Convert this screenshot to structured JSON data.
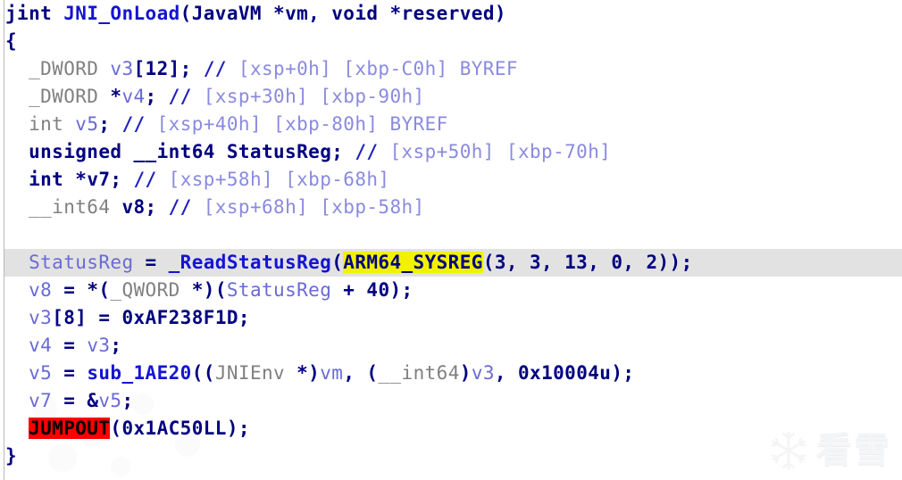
{
  "view": {
    "name": "hexrays-pseudocode",
    "background": "#ffffff",
    "current_line_background": "#e2e2e2",
    "search_highlight_color": "#f2f200",
    "jumpout_highlight_color": "#ff0000"
  },
  "watermark": {
    "text": "看雪",
    "icon": "snowflake-icon"
  },
  "code": {
    "lines": [
      {
        "index": 0,
        "indent": 0,
        "current": false,
        "tokens": [
          {
            "t": "jint",
            "c": "kw"
          },
          {
            "t": " ",
            "c": "plain"
          },
          {
            "t": "JNI_OnLoad",
            "c": "func"
          },
          {
            "t": "(",
            "c": "punct"
          },
          {
            "t": "JavaVM ",
            "c": "name"
          },
          {
            "t": "*",
            "c": "punct"
          },
          {
            "t": "vm",
            "c": "name"
          },
          {
            "t": ", ",
            "c": "punct"
          },
          {
            "t": "void ",
            "c": "kw"
          },
          {
            "t": "*",
            "c": "punct"
          },
          {
            "t": "reserved",
            "c": "name"
          },
          {
            "t": ")",
            "c": "punct"
          }
        ]
      },
      {
        "index": 1,
        "indent": 0,
        "current": false,
        "tokens": [
          {
            "t": "{",
            "c": "punct"
          }
        ]
      },
      {
        "index": 2,
        "indent": 1,
        "current": false,
        "tokens": [
          {
            "t": "_DWORD",
            "c": "type"
          },
          {
            "t": " ",
            "c": "plain"
          },
          {
            "t": "v3",
            "c": "var"
          },
          {
            "t": "[12];",
            "c": "punct"
          },
          {
            "t": " ",
            "c": "plain"
          },
          {
            "t": "//",
            "c": "cmt-sl"
          },
          {
            "t": " [xsp+0h] [xbp-C0h] BYREF",
            "c": "cmt"
          }
        ]
      },
      {
        "index": 3,
        "indent": 1,
        "current": false,
        "tokens": [
          {
            "t": "_DWORD",
            "c": "type"
          },
          {
            "t": " ",
            "c": "plain"
          },
          {
            "t": "*",
            "c": "punct"
          },
          {
            "t": "v4",
            "c": "var"
          },
          {
            "t": ";",
            "c": "punct"
          },
          {
            "t": " ",
            "c": "plain"
          },
          {
            "t": "//",
            "c": "cmt-sl"
          },
          {
            "t": " [xsp+30h] [xbp-90h]",
            "c": "cmt"
          }
        ]
      },
      {
        "index": 4,
        "indent": 1,
        "current": false,
        "tokens": [
          {
            "t": "int",
            "c": "type"
          },
          {
            "t": " ",
            "c": "plain"
          },
          {
            "t": "v5",
            "c": "var"
          },
          {
            "t": ";",
            "c": "punct"
          },
          {
            "t": " ",
            "c": "plain"
          },
          {
            "t": "//",
            "c": "cmt-sl"
          },
          {
            "t": " [xsp+40h] [xbp-80h] BYREF",
            "c": "cmt"
          }
        ]
      },
      {
        "index": 5,
        "indent": 1,
        "current": false,
        "tokens": [
          {
            "t": "unsigned __int64",
            "c": "kw"
          },
          {
            "t": " ",
            "c": "plain"
          },
          {
            "t": "StatusReg",
            "c": "name"
          },
          {
            "t": ";",
            "c": "punct"
          },
          {
            "t": " ",
            "c": "plain"
          },
          {
            "t": "//",
            "c": "cmt-sl"
          },
          {
            "t": " [xsp+50h] [xbp-70h]",
            "c": "cmt"
          }
        ]
      },
      {
        "index": 6,
        "indent": 1,
        "current": false,
        "tokens": [
          {
            "t": "int",
            "c": "kw"
          },
          {
            "t": " ",
            "c": "plain"
          },
          {
            "t": "*",
            "c": "punct"
          },
          {
            "t": "v7",
            "c": "name"
          },
          {
            "t": ";",
            "c": "punct"
          },
          {
            "t": " ",
            "c": "plain"
          },
          {
            "t": "//",
            "c": "cmt-sl"
          },
          {
            "t": " [xsp+58h] [xbp-68h]",
            "c": "cmt"
          }
        ]
      },
      {
        "index": 7,
        "indent": 1,
        "current": false,
        "tokens": [
          {
            "t": "__int64",
            "c": "type"
          },
          {
            "t": " ",
            "c": "plain"
          },
          {
            "t": "v8",
            "c": "name"
          },
          {
            "t": ";",
            "c": "punct"
          },
          {
            "t": " ",
            "c": "plain"
          },
          {
            "t": "//",
            "c": "cmt-sl"
          },
          {
            "t": " [xsp+68h] [xbp-58h]",
            "c": "cmt"
          }
        ]
      },
      {
        "index": 8,
        "indent": 0,
        "current": false,
        "tokens": []
      },
      {
        "index": 9,
        "indent": 1,
        "current": true,
        "tokens": [
          {
            "t": "StatusReg",
            "c": "var"
          },
          {
            "t": " = ",
            "c": "punct"
          },
          {
            "t": "_ReadStatusReg",
            "c": "func"
          },
          {
            "t": "(",
            "c": "punct"
          },
          {
            "t": "ARM64_SYSREG",
            "c": "hl-yellow"
          },
          {
            "t": "(",
            "c": "punct"
          },
          {
            "t": "3",
            "c": "num"
          },
          {
            "t": ", ",
            "c": "punct"
          },
          {
            "t": "3",
            "c": "num"
          },
          {
            "t": ", ",
            "c": "punct"
          },
          {
            "t": "13",
            "c": "num"
          },
          {
            "t": ", ",
            "c": "punct"
          },
          {
            "t": "0",
            "c": "num"
          },
          {
            "t": ", ",
            "c": "punct"
          },
          {
            "t": "2",
            "c": "num"
          },
          {
            "t": "));",
            "c": "punct"
          }
        ]
      },
      {
        "index": 10,
        "indent": 1,
        "current": false,
        "tokens": [
          {
            "t": "v8",
            "c": "var"
          },
          {
            "t": " = ",
            "c": "punct"
          },
          {
            "t": "*(",
            "c": "punct"
          },
          {
            "t": "_QWORD",
            "c": "type"
          },
          {
            "t": " ",
            "c": "plain"
          },
          {
            "t": "*)(",
            "c": "punct"
          },
          {
            "t": "StatusReg",
            "c": "var"
          },
          {
            "t": " + ",
            "c": "punct"
          },
          {
            "t": "40",
            "c": "num"
          },
          {
            "t": ");",
            "c": "punct"
          }
        ]
      },
      {
        "index": 11,
        "indent": 1,
        "current": false,
        "tokens": [
          {
            "t": "v3",
            "c": "var"
          },
          {
            "t": "[",
            "c": "punct"
          },
          {
            "t": "8",
            "c": "num"
          },
          {
            "t": "] = ",
            "c": "punct"
          },
          {
            "t": "0xAF238F1D",
            "c": "num"
          },
          {
            "t": ";",
            "c": "punct"
          }
        ]
      },
      {
        "index": 12,
        "indent": 1,
        "current": false,
        "tokens": [
          {
            "t": "v4",
            "c": "var"
          },
          {
            "t": " = ",
            "c": "punct"
          },
          {
            "t": "v3",
            "c": "var"
          },
          {
            "t": ";",
            "c": "punct"
          }
        ]
      },
      {
        "index": 13,
        "indent": 1,
        "current": false,
        "tokens": [
          {
            "t": "v5",
            "c": "var"
          },
          {
            "t": " = ",
            "c": "punct"
          },
          {
            "t": "sub_1AE20",
            "c": "func"
          },
          {
            "t": "((",
            "c": "punct"
          },
          {
            "t": "JNIEnv",
            "c": "type"
          },
          {
            "t": " ",
            "c": "plain"
          },
          {
            "t": "*)",
            "c": "punct"
          },
          {
            "t": "vm",
            "c": "var"
          },
          {
            "t": ", (",
            "c": "punct"
          },
          {
            "t": "__int64",
            "c": "type"
          },
          {
            "t": ")",
            "c": "punct"
          },
          {
            "t": "v3",
            "c": "var"
          },
          {
            "t": ", ",
            "c": "punct"
          },
          {
            "t": "0x10004u",
            "c": "num"
          },
          {
            "t": ");",
            "c": "punct"
          }
        ]
      },
      {
        "index": 14,
        "indent": 1,
        "current": false,
        "tokens": [
          {
            "t": "v7",
            "c": "var"
          },
          {
            "t": " = &",
            "c": "punct"
          },
          {
            "t": "v5",
            "c": "var"
          },
          {
            "t": ";",
            "c": "punct"
          }
        ]
      },
      {
        "index": 15,
        "indent": 1,
        "current": false,
        "tokens": [
          {
            "t": "JUMPOUT",
            "c": "hl-red"
          },
          {
            "t": "(",
            "c": "punct"
          },
          {
            "t": "0x1AC50LL",
            "c": "num"
          },
          {
            "t": ");",
            "c": "punct"
          }
        ]
      },
      {
        "index": 16,
        "indent": 0,
        "current": false,
        "tokens": [
          {
            "t": "}",
            "c": "punct"
          }
        ]
      }
    ]
  }
}
